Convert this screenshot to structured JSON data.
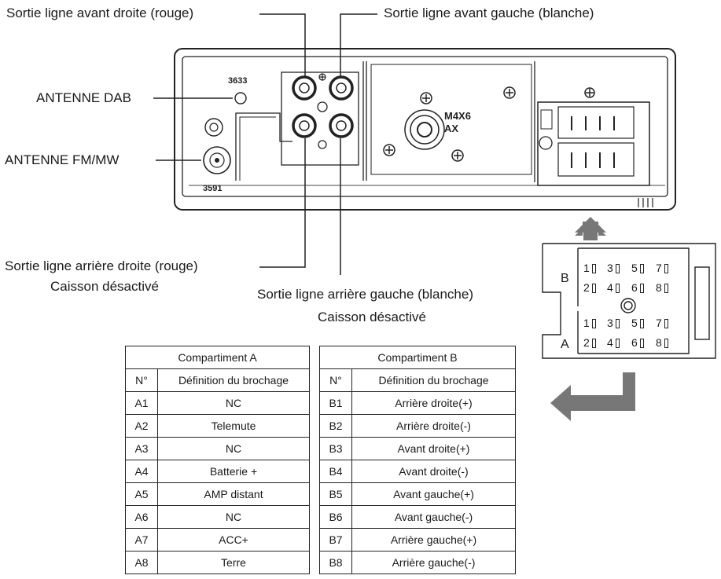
{
  "labels": {
    "front_right": "Sortie ligne avant droite (rouge)",
    "front_left": "Sortie ligne avant gauche (blanche)",
    "dab": "ANTENNE DAB",
    "fm": "ANTENNE FM/MW",
    "rear_right_1": "Sortie ligne arrière droite (rouge)",
    "rear_right_2": "Caisson désactivé",
    "rear_left_1": "Sortie ligne arrière gauche (blanche)",
    "rear_left_2": "Caisson désactivé"
  },
  "unit_markings": {
    "code_top": "3633",
    "code_bottom": "3591",
    "screw_line1": "M4X6",
    "screw_line2": "AX"
  },
  "connector": {
    "block_b_letter": "B",
    "block_a_letter": "A",
    "row_odd": [
      "1",
      "3",
      "5",
      "7"
    ],
    "row_even": [
      "2",
      "4",
      "6",
      "8"
    ]
  },
  "table_a": {
    "title": "Compartiment A",
    "col_num": "N°",
    "col_def": "Définition du brochage",
    "rows": [
      {
        "n": "A1",
        "d": "NC"
      },
      {
        "n": "A2",
        "d": "Telemute"
      },
      {
        "n": "A3",
        "d": "NC"
      },
      {
        "n": "A4",
        "d": "Batterie +"
      },
      {
        "n": "A5",
        "d": "AMP distant"
      },
      {
        "n": "A6",
        "d": "NC"
      },
      {
        "n": "A7",
        "d": "ACC+"
      },
      {
        "n": "A8",
        "d": "Terre"
      }
    ]
  },
  "table_b": {
    "title": "Compartiment B",
    "col_num": "N°",
    "col_def": "Définition du brochage",
    "rows": [
      {
        "n": "B1",
        "d": "Arrière droite(+)"
      },
      {
        "n": "B2",
        "d": "Arrière droite(-)"
      },
      {
        "n": "B3",
        "d": "Avant droite(+)"
      },
      {
        "n": "B4",
        "d": "Avant droite(-)"
      },
      {
        "n": "B5",
        "d": "Avant gauche(+)"
      },
      {
        "n": "B6",
        "d": "Avant gauche(-)"
      },
      {
        "n": "B7",
        "d": "Arrière gauche(+)"
      },
      {
        "n": "B8",
        "d": "Arrière gauche(-)"
      }
    ]
  },
  "colors": {
    "line": "#222222",
    "arrow": "#777777"
  }
}
